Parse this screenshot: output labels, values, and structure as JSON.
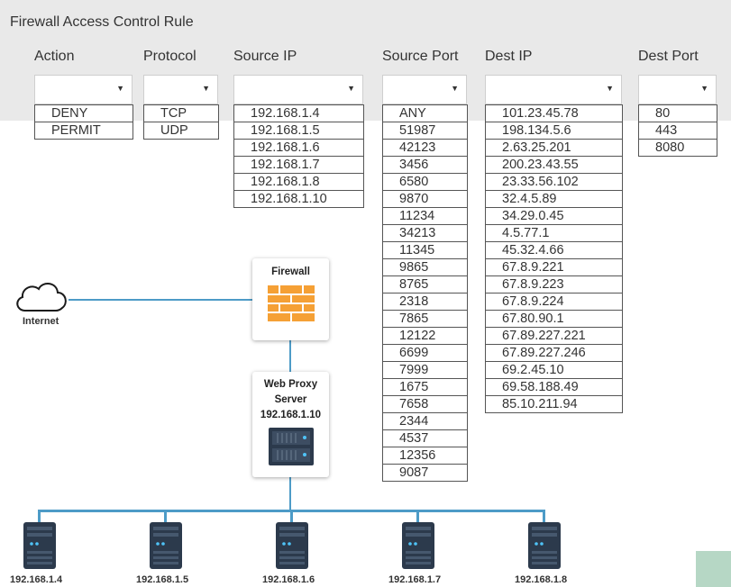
{
  "title": "Firewall Access Control Rule",
  "columns": {
    "action": {
      "label": "Action",
      "options": [
        "DENY",
        "PERMIT"
      ]
    },
    "protocol": {
      "label": "Protocol",
      "options": [
        "TCP",
        "UDP"
      ]
    },
    "src_ip": {
      "label": "Source IP",
      "options": [
        "192.168.1.4",
        "192.168.1.5",
        "192.168.1.6",
        "192.168.1.7",
        "192.168.1.8",
        "192.168.1.10"
      ]
    },
    "src_port": {
      "label": "Source Port",
      "options": [
        "ANY",
        "51987",
        "42123",
        "3456",
        "6580",
        "9870",
        "11234",
        "34213",
        "11345",
        "9865",
        "8765",
        "2318",
        "7865",
        "12122",
        "6699",
        "7999",
        "1675",
        "7658",
        "2344",
        "4537",
        "12356",
        "9087"
      ]
    },
    "dest_ip": {
      "label": "Dest IP",
      "options": [
        "101.23.45.78",
        "198.134.5.6",
        "2.63.25.201",
        "200.23.43.55",
        "23.33.56.102",
        "32.4.5.89",
        "34.29.0.45",
        "4.5.77.1",
        "45.32.4.66",
        "67.8.9.221",
        "67.8.9.223",
        "67.8.9.224",
        "67.80.90.1",
        "67.89.227.221",
        "67.89.227.246",
        "69.2.45.10",
        "69.58.188.49",
        "85.10.211.94"
      ]
    },
    "dest_port": {
      "label": "Dest Port",
      "options": [
        "80",
        "443",
        "8080"
      ]
    }
  },
  "diagram": {
    "internet_label": "Internet",
    "firewall_label": "Firewall",
    "proxy_label_line1": "Web Proxy",
    "proxy_label_line2": "Server",
    "proxy_ip": "192.168.1.10",
    "hosts": [
      "192.168.1.4",
      "192.168.1.5",
      "192.168.1.6",
      "192.168.1.7",
      "192.168.1.8"
    ]
  },
  "colors": {
    "wire": "#4d9bc7",
    "firewall": "#f5a035",
    "server_body": "#2c3a4c"
  }
}
